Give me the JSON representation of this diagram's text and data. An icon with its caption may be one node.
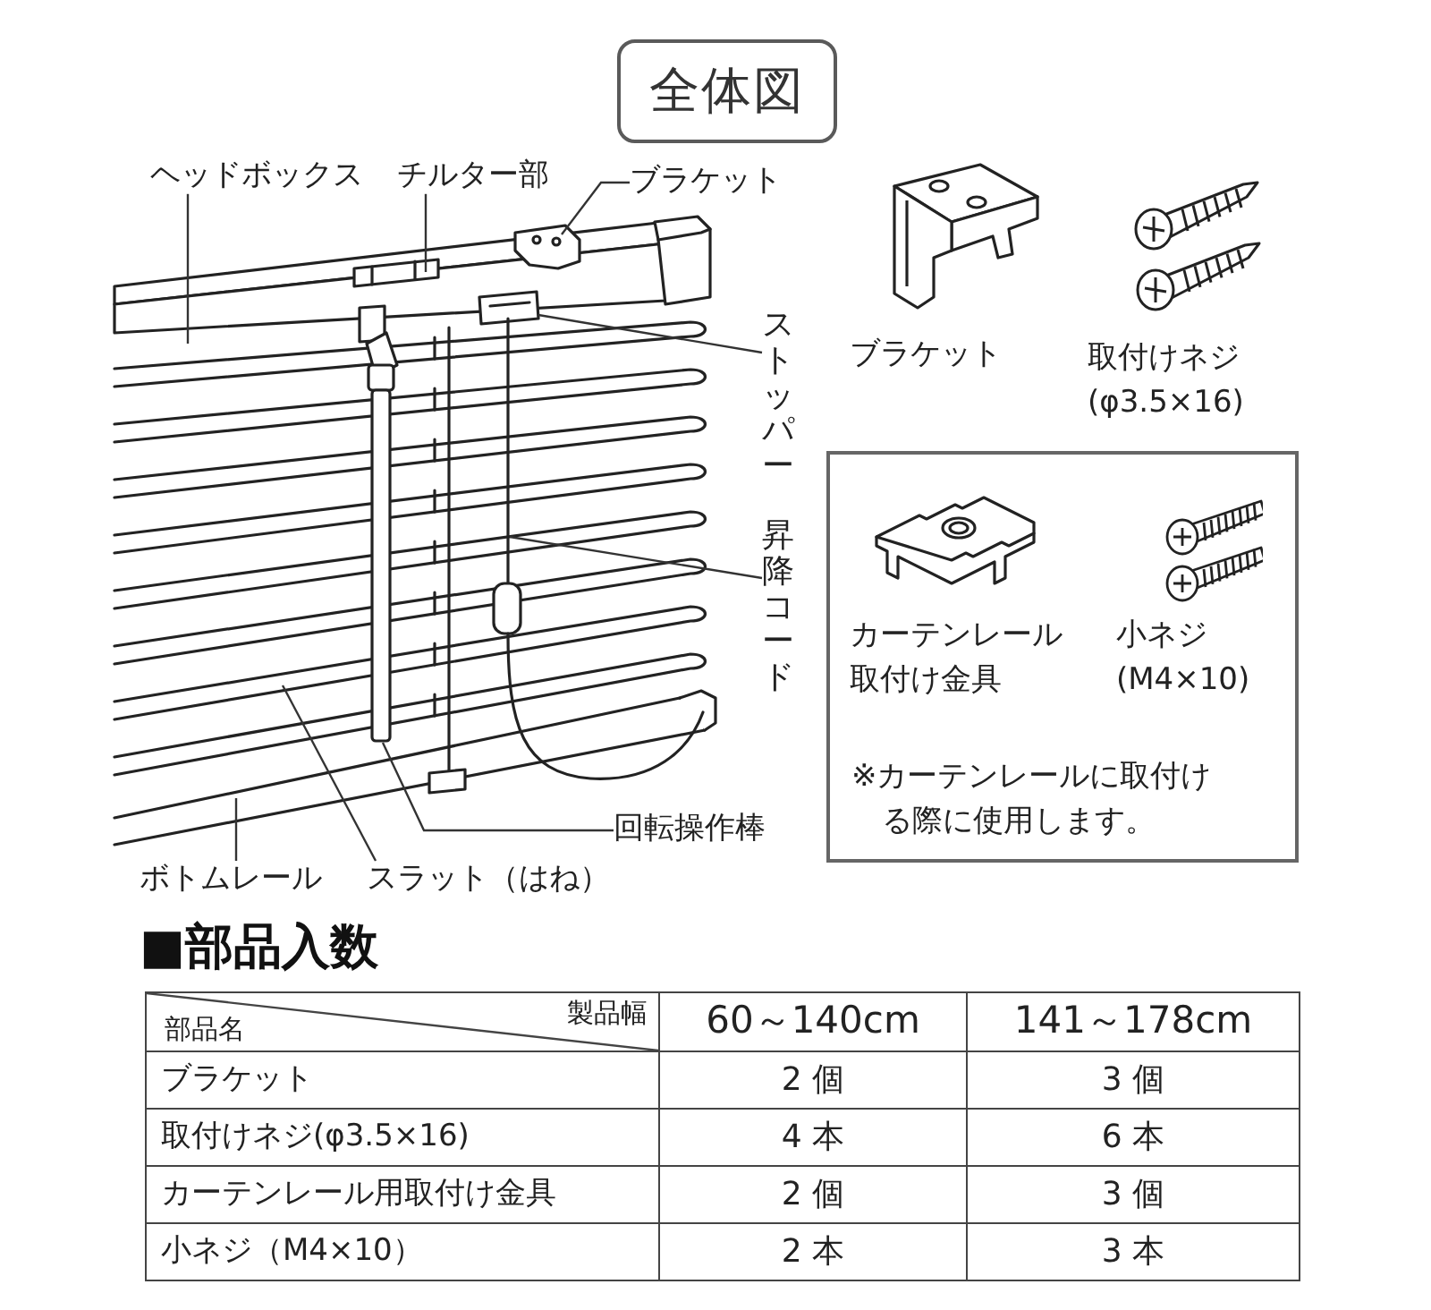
{
  "diagram": {
    "title": "全体図",
    "nodes": [
      {
        "text": [
          "ヘッドボックス"
        ]
      },
      {
        "text": [
          "チルター部"
        ]
      },
      {
        "text": [
          "ブラケット"
        ]
      },
      {
        "text": [
          "ストッパー"
        ]
      },
      {
        "text": [
          "昇降コード"
        ]
      },
      {
        "text": [
          "回転操作棒"
        ]
      },
      {
        "text": [
          "ボトムレール"
        ]
      },
      {
        "text": [
          "スラット（はね）"
        ]
      },
      {
        "text": [
          "カーテンレール取付け金具",
          "小ネジ(M4×10)",
          "※カーテンレールに取付ける際に使用します。"
        ]
      }
    ],
    "edges": [
      {
        "from": 0,
        "to": null,
        "arrow": "none"
      },
      {
        "from": 1,
        "to": null,
        "arrow": "none"
      },
      {
        "from": 2,
        "to": null,
        "arrow": "none"
      },
      {
        "from": 3,
        "to": null,
        "arrow": "none"
      },
      {
        "from": 4,
        "to": null,
        "arrow": "none"
      },
      {
        "from": 5,
        "to": null,
        "arrow": "none"
      },
      {
        "from": 6,
        "to": null,
        "arrow": "none"
      },
      {
        "from": 7,
        "to": null,
        "arrow": "none"
      }
    ],
    "labels": [
      "ブラケット",
      "取付けネジ(φ3.5×16)",
      "■部品入数",
      "部品名",
      "製品幅",
      "60～140cm",
      "141～178cm",
      "ブラケット",
      "2 個",
      "3 個",
      "取付けネジ(φ3.5×16)",
      "4 本",
      "6 本",
      "カーテンレール用取付け金具",
      "2 個",
      "3 個",
      "小ネジ（M4×10）",
      "2 本",
      "3 本"
    ]
  }
}
